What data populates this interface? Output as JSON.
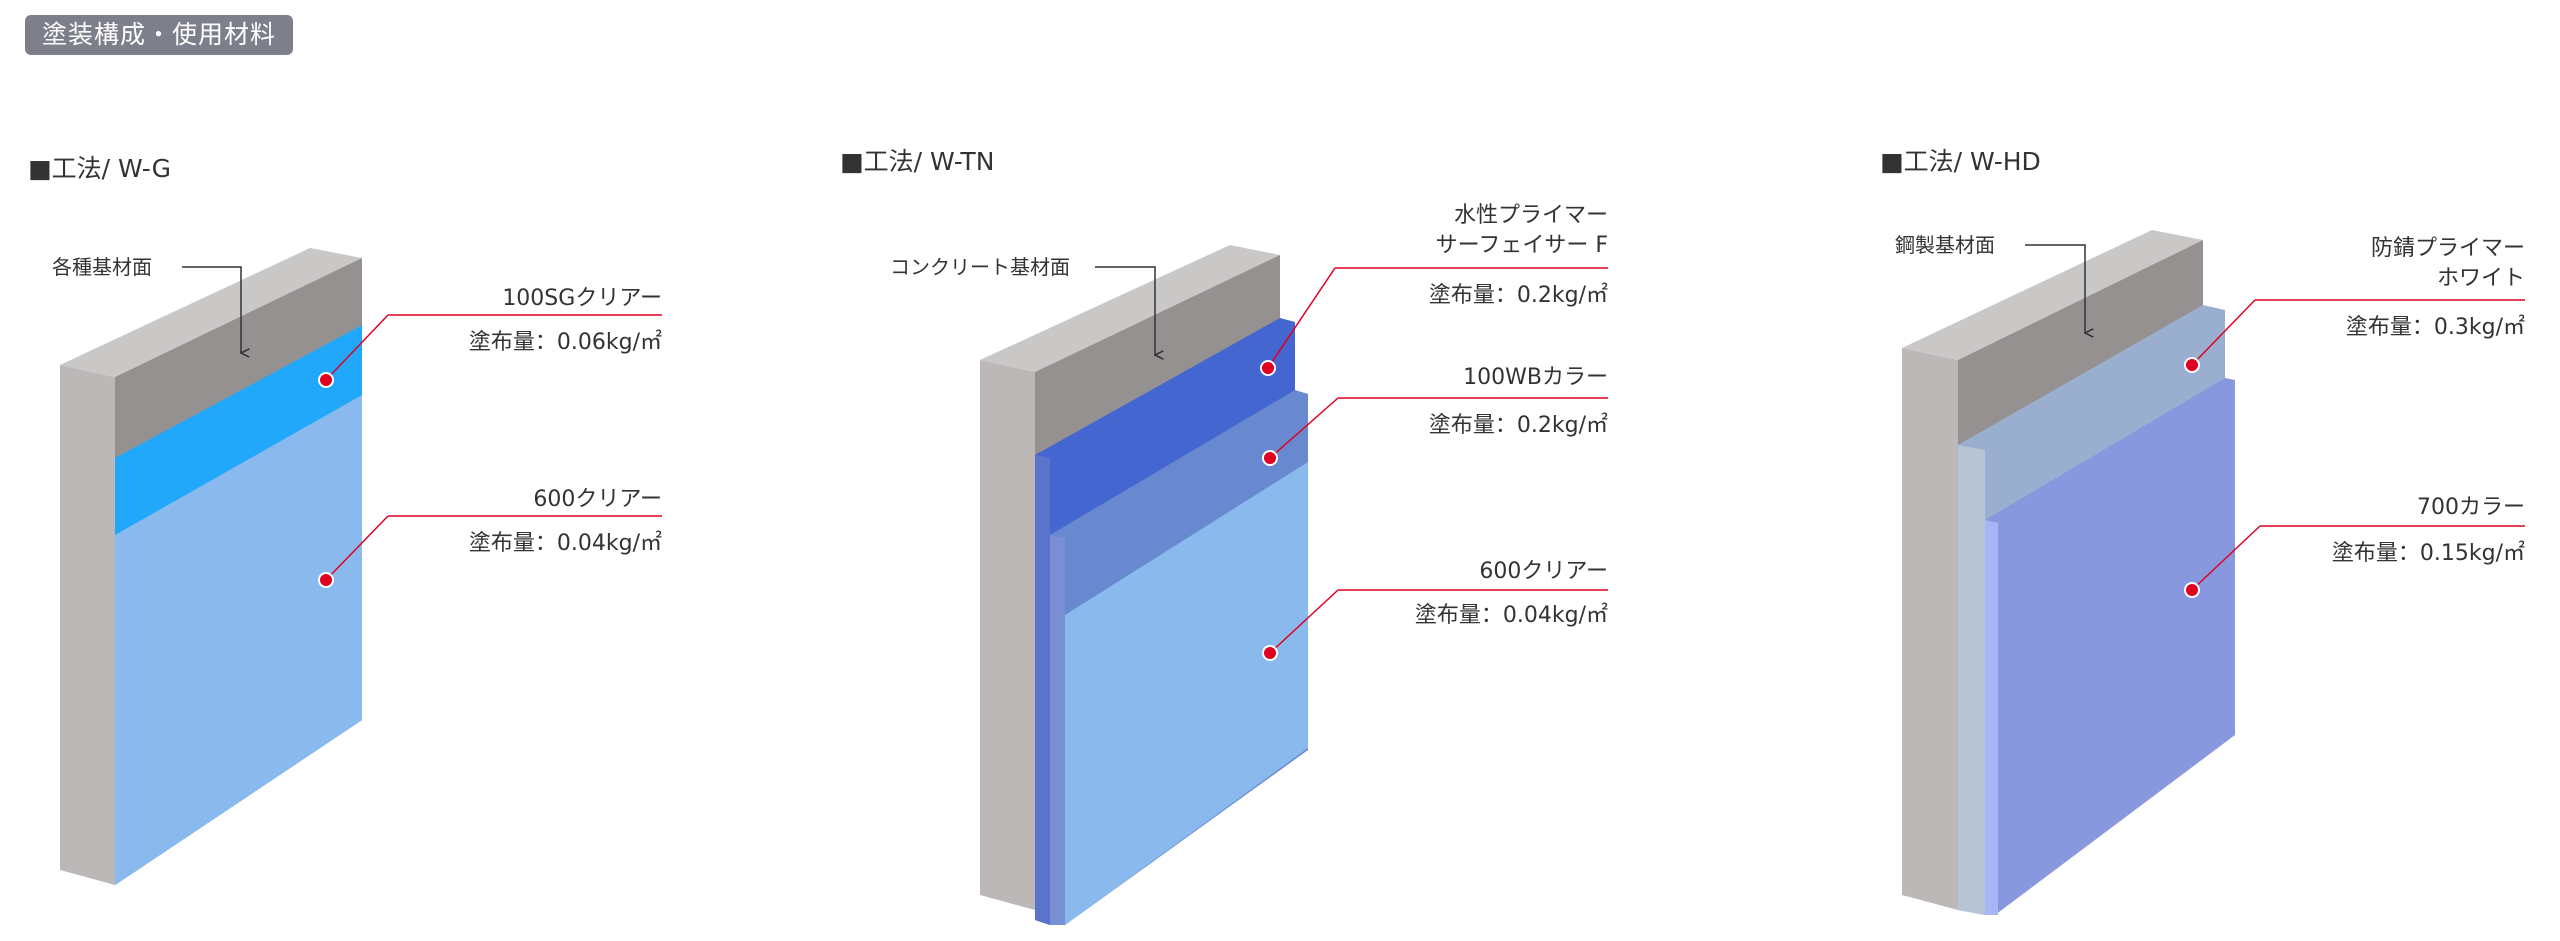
{
  "header": {
    "title": "塗装構成・使用材料"
  },
  "methods": [
    {
      "title": "■工法/ W-G",
      "substrate": "各種基材面",
      "layers": [
        {
          "name": "100SGクリアー",
          "amount": "塗布量：0.06kg/㎡",
          "color": "#22a8fb"
        },
        {
          "name": "600クリアー",
          "amount": "塗布量：0.04kg/㎡",
          "color": "#8ab9ee"
        }
      ]
    },
    {
      "title": "■工法/ W-TN",
      "substrate": "コンクリート基材面",
      "layers": [
        {
          "name": "水性プライマー",
          "name2": "サーフェイサー F",
          "amount": "塗布量：0.2kg/㎡",
          "color": "#4466d0"
        },
        {
          "name": "100WBカラー",
          "amount": "塗布量：0.2kg/㎡",
          "color": "#6888d0"
        },
        {
          "name": "600クリアー",
          "amount": "塗布量：0.04kg/㎡",
          "color": "#8ab9ee"
        }
      ]
    },
    {
      "title": "■工法/ W-HD",
      "substrate": "鋼製基材面",
      "layers": [
        {
          "name": "防錆プライマー",
          "name2": "ホワイト",
          "amount": "塗布量：0.3kg/㎡",
          "color": "#9aaed0"
        },
        {
          "name": "700カラー",
          "amount": "塗布量：0.15kg/㎡",
          "color": "#8898de"
        }
      ]
    }
  ],
  "colors": {
    "leader": "#e00020",
    "substrate_front": "#bcb8b8",
    "substrate_top": "#cac7c7",
    "substrate_side": "#969191"
  }
}
